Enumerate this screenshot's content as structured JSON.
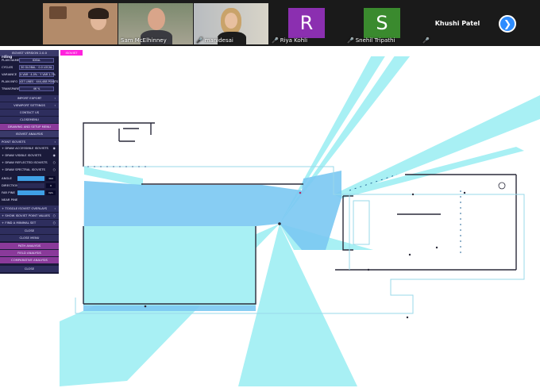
{
  "participants": [
    {
      "name": "",
      "muted": false
    },
    {
      "name": "Sam McElhinney",
      "muted": false
    },
    {
      "name": "manidesai",
      "muted": true
    },
    {
      "name": "Riya Kohli",
      "muted": true,
      "initial": "R",
      "color": "#8b2fb0"
    },
    {
      "name": "Snehil Tripathi",
      "muted": true,
      "initial": "S",
      "color": "#3a8a2e"
    },
    {
      "name": "Khushi Patel",
      "muted": true
    }
  ],
  "mute_icon": "🎤",
  "next_icon": "❯",
  "tab_label": "ISOVIST",
  "sidebar": {
    "version": "ISOVIST VERSION 2.0.0",
    "section": "rding",
    "fields": [
      {
        "label": "PLAN NAME",
        "value": "IDEAL"
      },
      {
        "label": "CYCLES",
        "value": "30 GLOBAL · 0.0 LOCAL"
      },
      {
        "label": "VARIANCE",
        "value": "X VAR · 4.0% · Y VAR 1.7%"
      },
      {
        "label": "PLAN INFO",
        "value": "437 LINES · 444,488 POINTS"
      },
      {
        "label": "TRANSPARENCY",
        "value": "46 %"
      }
    ],
    "menu_a": [
      "IMPORT EXPORT",
      "VIEWPORT SETTINGS",
      "CONTACT US",
      "CLOSEMENU"
    ],
    "drawing_header": "DRAWING AND SETUP MENU",
    "analysis_header": "ISOVIST ANALYSIS",
    "point_header": "POINT ISOVISTS",
    "options": [
      "+ DRAW ACCESSIBLE ISOVISTS",
      "+ DRAW VISIBLE ISOVISTS",
      "+ DRAW REFLECTED ISOVISTS",
      "+ DRAW SPECTRAL ISOVISTS"
    ],
    "sliders": [
      {
        "label": "ANGLE",
        "value": "360"
      },
      {
        "label": "DIRECTION",
        "value": "0"
      },
      {
        "label": "FAR PINE",
        "value": "N/A"
      },
      {
        "label": "NEAR PINE",
        "value": ""
      }
    ],
    "toggles": [
      "+ TOGGLE ISOVIST OVERLAYS",
      "+ SHOW ISOVIST POINT VALUES",
      "+ FIND A MINIMAL SET"
    ],
    "menu_b": [
      "CLOSE",
      "CLOSE MENU"
    ],
    "purple_buttons": [
      "PATH ANALYSIS",
      "FIELD ANALYSIS",
      "COMPARATIVE ANALYSIS"
    ],
    "close_label": "CLOSE"
  }
}
